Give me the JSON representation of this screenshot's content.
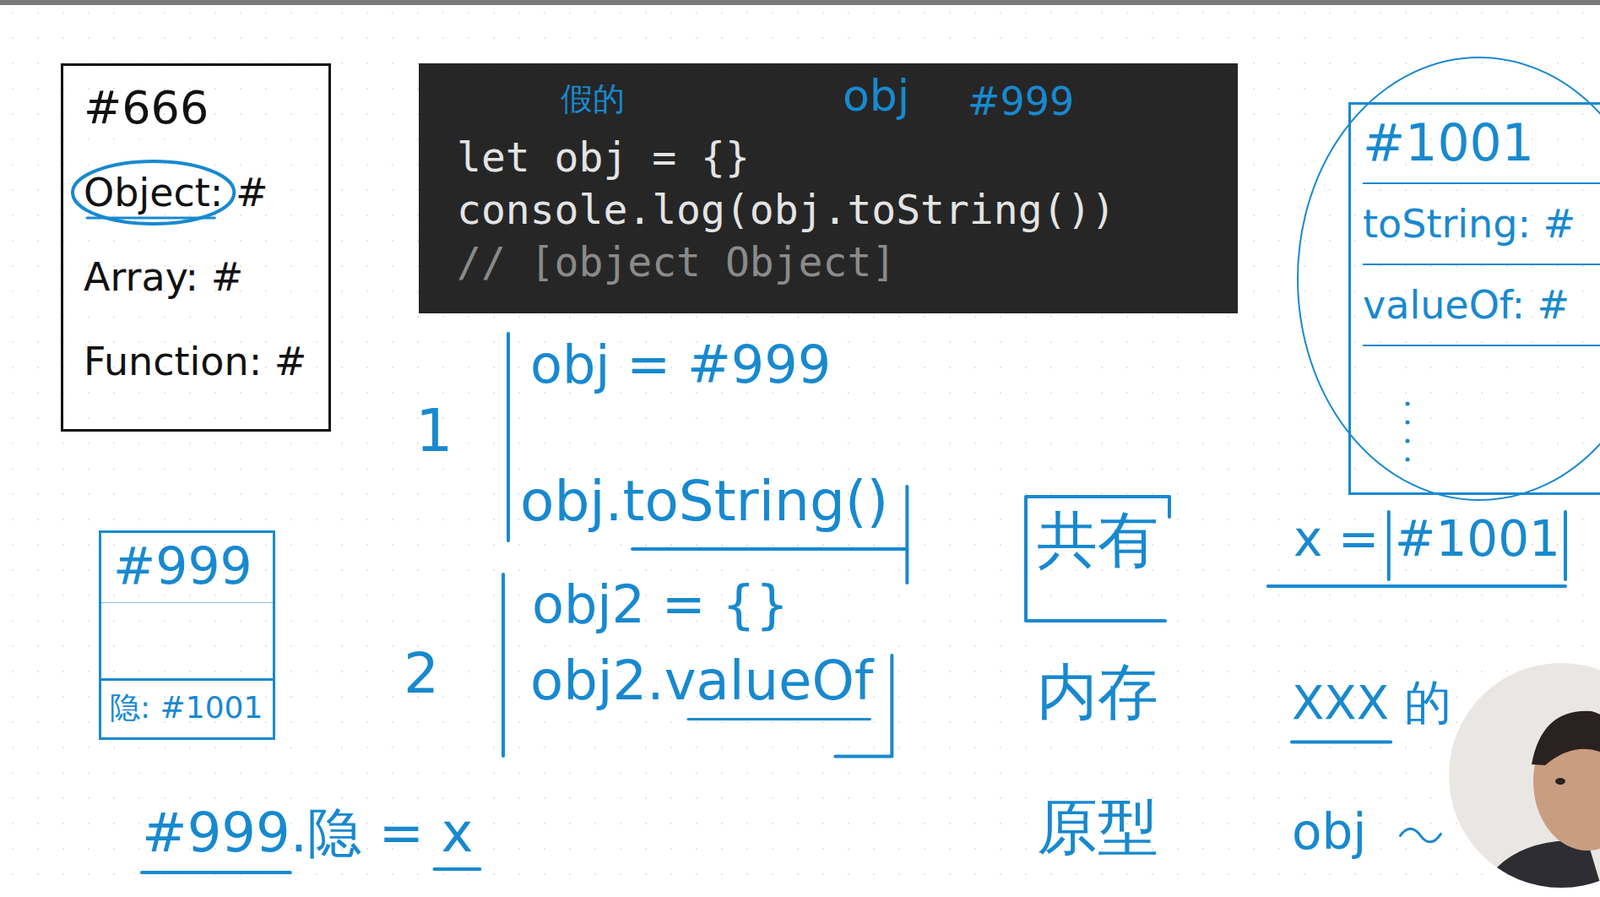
{
  "diagram": {
    "nodes": [
      {
        "text": [
          "#666",
          "Object: #",
          "Array: #",
          "Function: #"
        ]
      },
      {
        "text": [
          "let obj = {}",
          "console.log(obj.toString())",
          "// [object Object]"
        ]
      },
      {
        "text": [
          "#1001",
          "toString: #",
          "valueOf: #"
        ]
      },
      {
        "text": [
          "#999"
        ]
      },
      {
        "text": [
          "隐: #1001"
        ],
        "in": 3
      }
    ],
    "labels": [
      "假的",
      "obj",
      "#999",
      "1",
      "obj = #999",
      "obj.toString()",
      "2",
      "obj2 = {}",
      "obj2.valueOf",
      "共有",
      "内存",
      "原型",
      "x = #1001",
      "XXX 的",
      "obj",
      "#999.隐 = x"
    ]
  }
}
